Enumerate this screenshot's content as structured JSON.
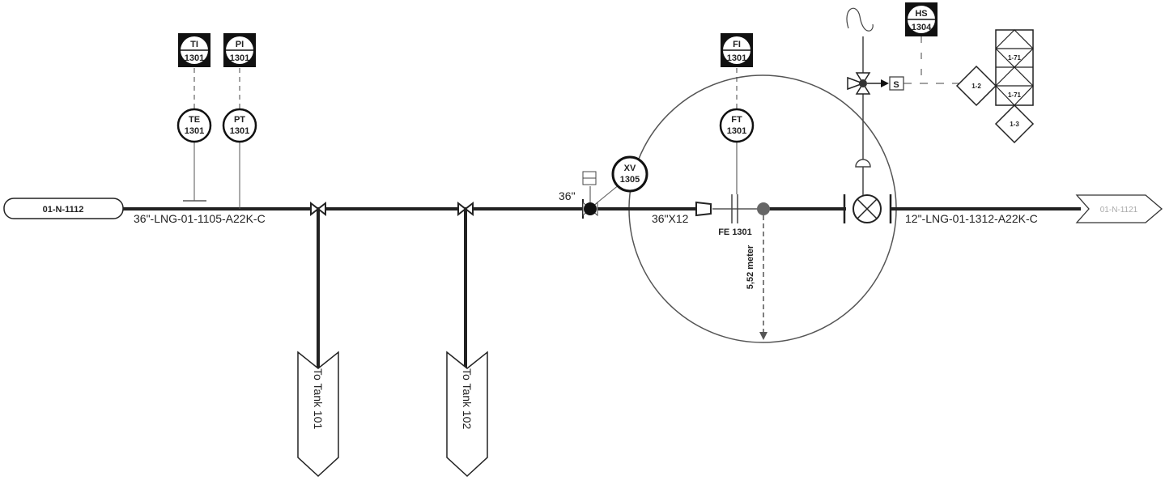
{
  "terminals": {
    "inlet": "01-N-1112",
    "outlet": "01-N-1121"
  },
  "lines": {
    "inlet_line": "36\"-LNG-01-1105-A22K-C",
    "outlet_line": "12\"-LNG-01-1312-A22K-C",
    "valve_size": "36\"",
    "reducer": "36\"X12"
  },
  "branches": [
    {
      "label": "To Tank 101"
    },
    {
      "label": "To Tank 102"
    }
  ],
  "instruments": {
    "ti": {
      "type": "TI",
      "num": "1301"
    },
    "pi": {
      "type": "PI",
      "num": "1301"
    },
    "te": {
      "type": "TE",
      "num": "1301"
    },
    "pt": {
      "type": "PT",
      "num": "1301"
    },
    "fi": {
      "type": "FI",
      "num": "1301"
    },
    "ft": {
      "type": "FT",
      "num": "1301"
    },
    "xv": {
      "type": "XV",
      "num": "1305"
    },
    "hs": {
      "type": "HS",
      "num": "1304"
    }
  },
  "flow_element": "FE 1301",
  "solenoid": "S",
  "logic": {
    "d1": "1-2",
    "d2": "1-3",
    "b1": "1-71",
    "b2": "1-71"
  },
  "radius_label": "5,52 meter",
  "colors": {
    "line": "#222222",
    "grey": "#666666"
  }
}
